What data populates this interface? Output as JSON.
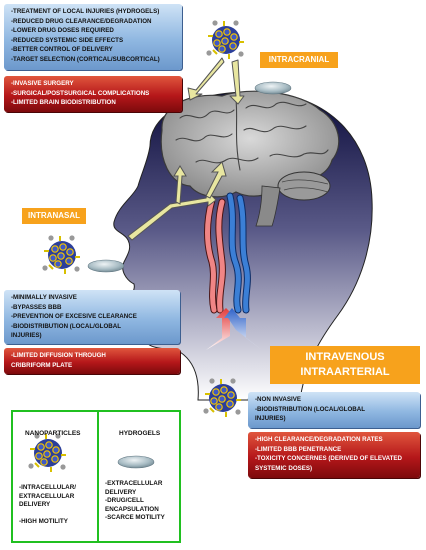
{
  "colors": {
    "benefit_banner": "#8fb7e1",
    "drawback_banner": "#b5171a",
    "route_label": "#f7a21c",
    "legend_border": "#20c020",
    "artery": "#f08080",
    "vein": "#3b7fd6",
    "route_arrow": "#e8e6a0"
  },
  "icons": [
    "nanoparticle-cluster-icon",
    "hydrogel-disc-icon",
    "brain-icon",
    "head-silhouette"
  ],
  "routes": {
    "intracranial": {
      "label": "INTRACRANIAL",
      "benefits": [
        "-TREATMENT OF LOCAL INJURIES (HYDROGELS)",
        "-REDUCED DRUG CLEARANCE/DEGRADATION",
        "-LOWER DRUG DOSES REQUIRED",
        "-REDUCED SYSTEMIC SIDE EFFECTS",
        "-BETTER CONTROL OF DELIVERY",
        "-TARGET SELECTION (CORTICAL/SUBCORTICAL)"
      ],
      "drawbacks": [
        "-INVASIVE SURGERY",
        "-SURGICAL/POSTSURGICAL COMPLICATIONS",
        "-LIMITED BRAIN BIODISTRIBUTION"
      ]
    },
    "intranasal": {
      "label": "INTRANASAL",
      "benefits": [
        "-MINIMALLY INVASIVE",
        "-BYPASSES BBB",
        "-PREVENTION OF EXCESIVE CLEARANCE",
        "-BIODISTRIBUTION (LOCAL/GLOBAL",
        "INJURIES)"
      ],
      "drawbacks": [
        "-LIMITED DIFFUSION THROUGH",
        "CRIBRIFORM PLATE"
      ]
    },
    "intravenous": {
      "label_line1": "INTRAVENOUS",
      "label_line2": "INTRAARTERIAL",
      "benefits": [
        "-NON INVASIVE",
        "-BIODISTRIBUTION (LOCAL/GLOBAL",
        "INJURIES)"
      ],
      "drawbacks": [
        "-HIGH CLEARANCE/DEGRADATION RATES",
        "-LIMITED BBB PENETRANCE",
        "-TOXICITY CONCERNES (DERIVED OF ELEVATED",
        "SYSTEMIC DOSES)"
      ]
    }
  },
  "legend": {
    "nanoparticles": {
      "title": "NANOPARTICLES",
      "items": [
        "-INTRACELLULAR/",
        "EXTRACELLULAR",
        "DELIVERY",
        "",
        "-HIGH MOTILITY"
      ]
    },
    "hydrogels": {
      "title": "HYDROGELS",
      "items": [
        "-EXTRACELLULAR",
        "DELIVERY",
        "-DRUG/CELL",
        "ENCAPSULATION",
        "-SCARCE MOTILITY"
      ]
    }
  }
}
